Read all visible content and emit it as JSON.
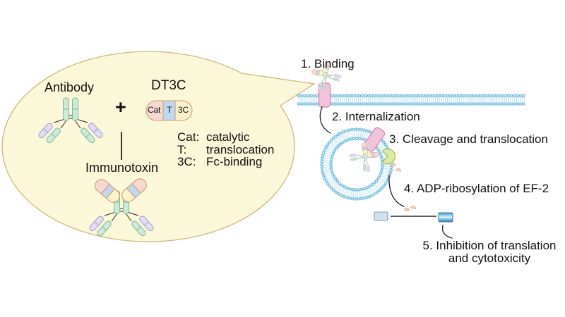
{
  "colors": {
    "bubble_fill": "#fbf7d9",
    "bubble_edge": "#cdb97d",
    "green_fill": "#cfe9d9",
    "green_edge": "#7fb893",
    "purple_fill": "#e2def2",
    "purple_edge": "#a29bce",
    "pink_fill": "#f6d9d3",
    "pink_edge": "#d79a6d",
    "blue_fill": "#bdd9f2",
    "yellow_fill": "#fcf3cc",
    "membrane_dot": "#6ebbdf",
    "membrane_dot_core": "#e4f4fb",
    "membrane_tail": "#badff2",
    "receptor_fill": "#f3c3dc",
    "receptor_edge": "#d47fb6",
    "pacman_fill": "#dcea9b",
    "pacman_edge": "#a3c055",
    "droplet_fill": "#f7d8c8",
    "droplet_edge": "#dfa183",
    "ef2_fill": "#d3e1ed",
    "ef2_edge": "#7e9cb8",
    "ef2b_top": "#3e8fc6",
    "ef2b_mid": "#dff2fb",
    "ef2b_edge": "#3c86b4",
    "line": "#2a2a2a",
    "text": "#111111"
  },
  "bubble": {
    "antibody_label": "Antibody",
    "plus_sign": "+",
    "dt3c_label": "DT3C",
    "capsule_segments": {
      "cat": "Cat",
      "t": "T",
      "threec": "3C"
    },
    "legend": [
      {
        "key": "Cat:",
        "value": "catalytic"
      },
      {
        "key": "T:",
        "value": "translocation"
      },
      {
        "key": "3C:",
        "value": "Fc-binding"
      }
    ],
    "immunotoxin_label": "Immunotoxin"
  },
  "pathway_steps": {
    "step1": "1. Binding",
    "step2": "2. Internalization",
    "step3": "3. Cleavage and translocation",
    "step4": "4. ADP-ribosylation of EF-2",
    "step5_line1": "5. Inhibition of translation",
    "step5_line2": "and cytotoxicity"
  }
}
